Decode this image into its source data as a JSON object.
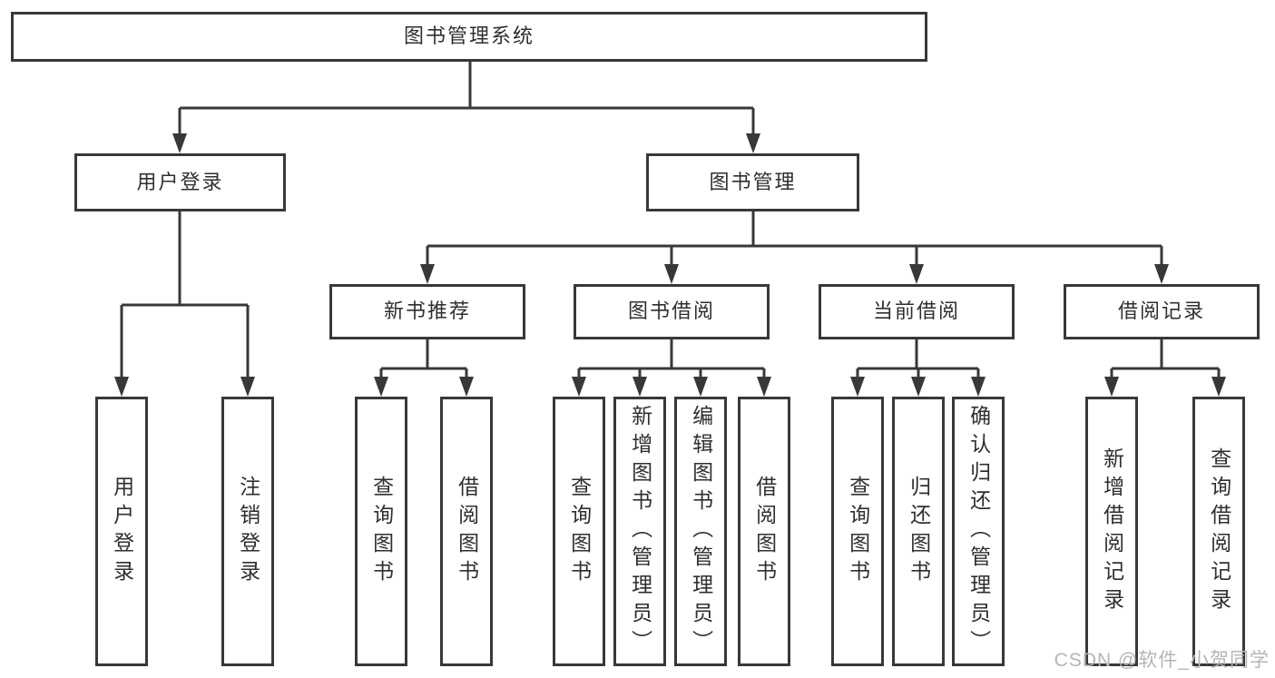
{
  "colors": {
    "background": "#ffffff",
    "line": "#383838",
    "box_border": "#383838",
    "text": "#2f2f2f",
    "watermark": "#b5b5b5"
  },
  "nodes": {
    "root": "图书管理系统",
    "user_login": "用户登录",
    "book_management": "图书管理",
    "login": "用户登录",
    "logout": "注销登录",
    "new_book_recommend": "新书推荐",
    "book_borrow": "图书借阅",
    "current_borrow": "当前借阅",
    "borrow_record": "借阅记录",
    "nbr_query_book": "查询图书",
    "nbr_borrow_book": "借阅图书",
    "bb_query_book": "查询图书",
    "bb_add_book": "新增图书（管理员）",
    "bb_edit_book": "编辑图书（管理员）",
    "bb_borrow_book": "借阅图书",
    "cb_query_book": "查询图书",
    "cb_return_book": "归还图书",
    "cb_confirm_return": "确认归还（管理员）",
    "br_add_record": "新增借阅记录",
    "br_query_record": "查询借阅记录"
  },
  "watermark": "CSDN @软件_小贺同学"
}
